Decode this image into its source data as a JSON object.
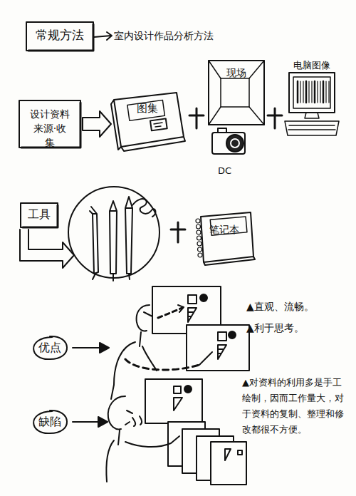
{
  "diagram": {
    "nodes": [
      {
        "text": [
          "常规方法"
        ]
      },
      {
        "text": [
          "设计资料 来源·收集"
        ]
      },
      {
        "text": [
          "图集"
        ]
      },
      {
        "text": [
          "现场"
        ]
      },
      {
        "text": [
          "电脑图像"
        ]
      },
      {
        "text": [
          "工具"
        ]
      },
      {
        "text": [
          "笔记本"
        ]
      },
      {
        "text": [
          "优点"
        ]
      },
      {
        "text": [
          "缺陷"
        ]
      }
    ],
    "edges": [
      {
        "from": 1,
        "to": 2,
        "arrow": "to"
      }
    ],
    "labels": [
      "室内设计作品分析方法",
      "DC",
      "▲直观、流畅。",
      "▲利于思考。",
      "▲对资料的利用多是手工绘制，因而工作量大，对于资料的复制、整理和修改都很不方便。"
    ]
  }
}
